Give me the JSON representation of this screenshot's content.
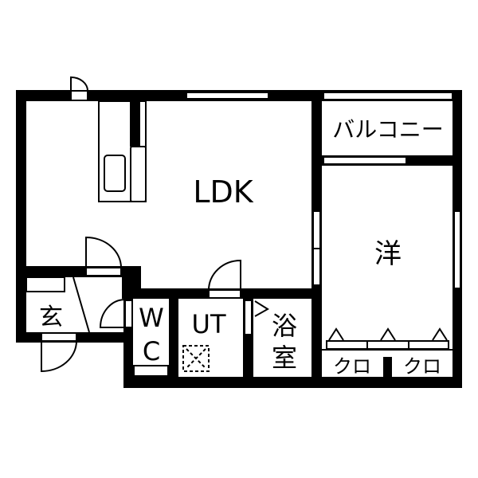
{
  "floor_plan": {
    "rooms": {
      "ldk": "LDK",
      "western_room": "洋",
      "balcony": "バルコニー",
      "entrance": "玄",
      "wc_top": "W",
      "wc_bottom": "C",
      "utility": "UT",
      "bath_top": "浴",
      "bath_bottom": "室",
      "closet_left": "クロ",
      "closet_right": "クロ"
    },
    "colors": {
      "wall": "#000000",
      "background": "#ffffff"
    }
  }
}
